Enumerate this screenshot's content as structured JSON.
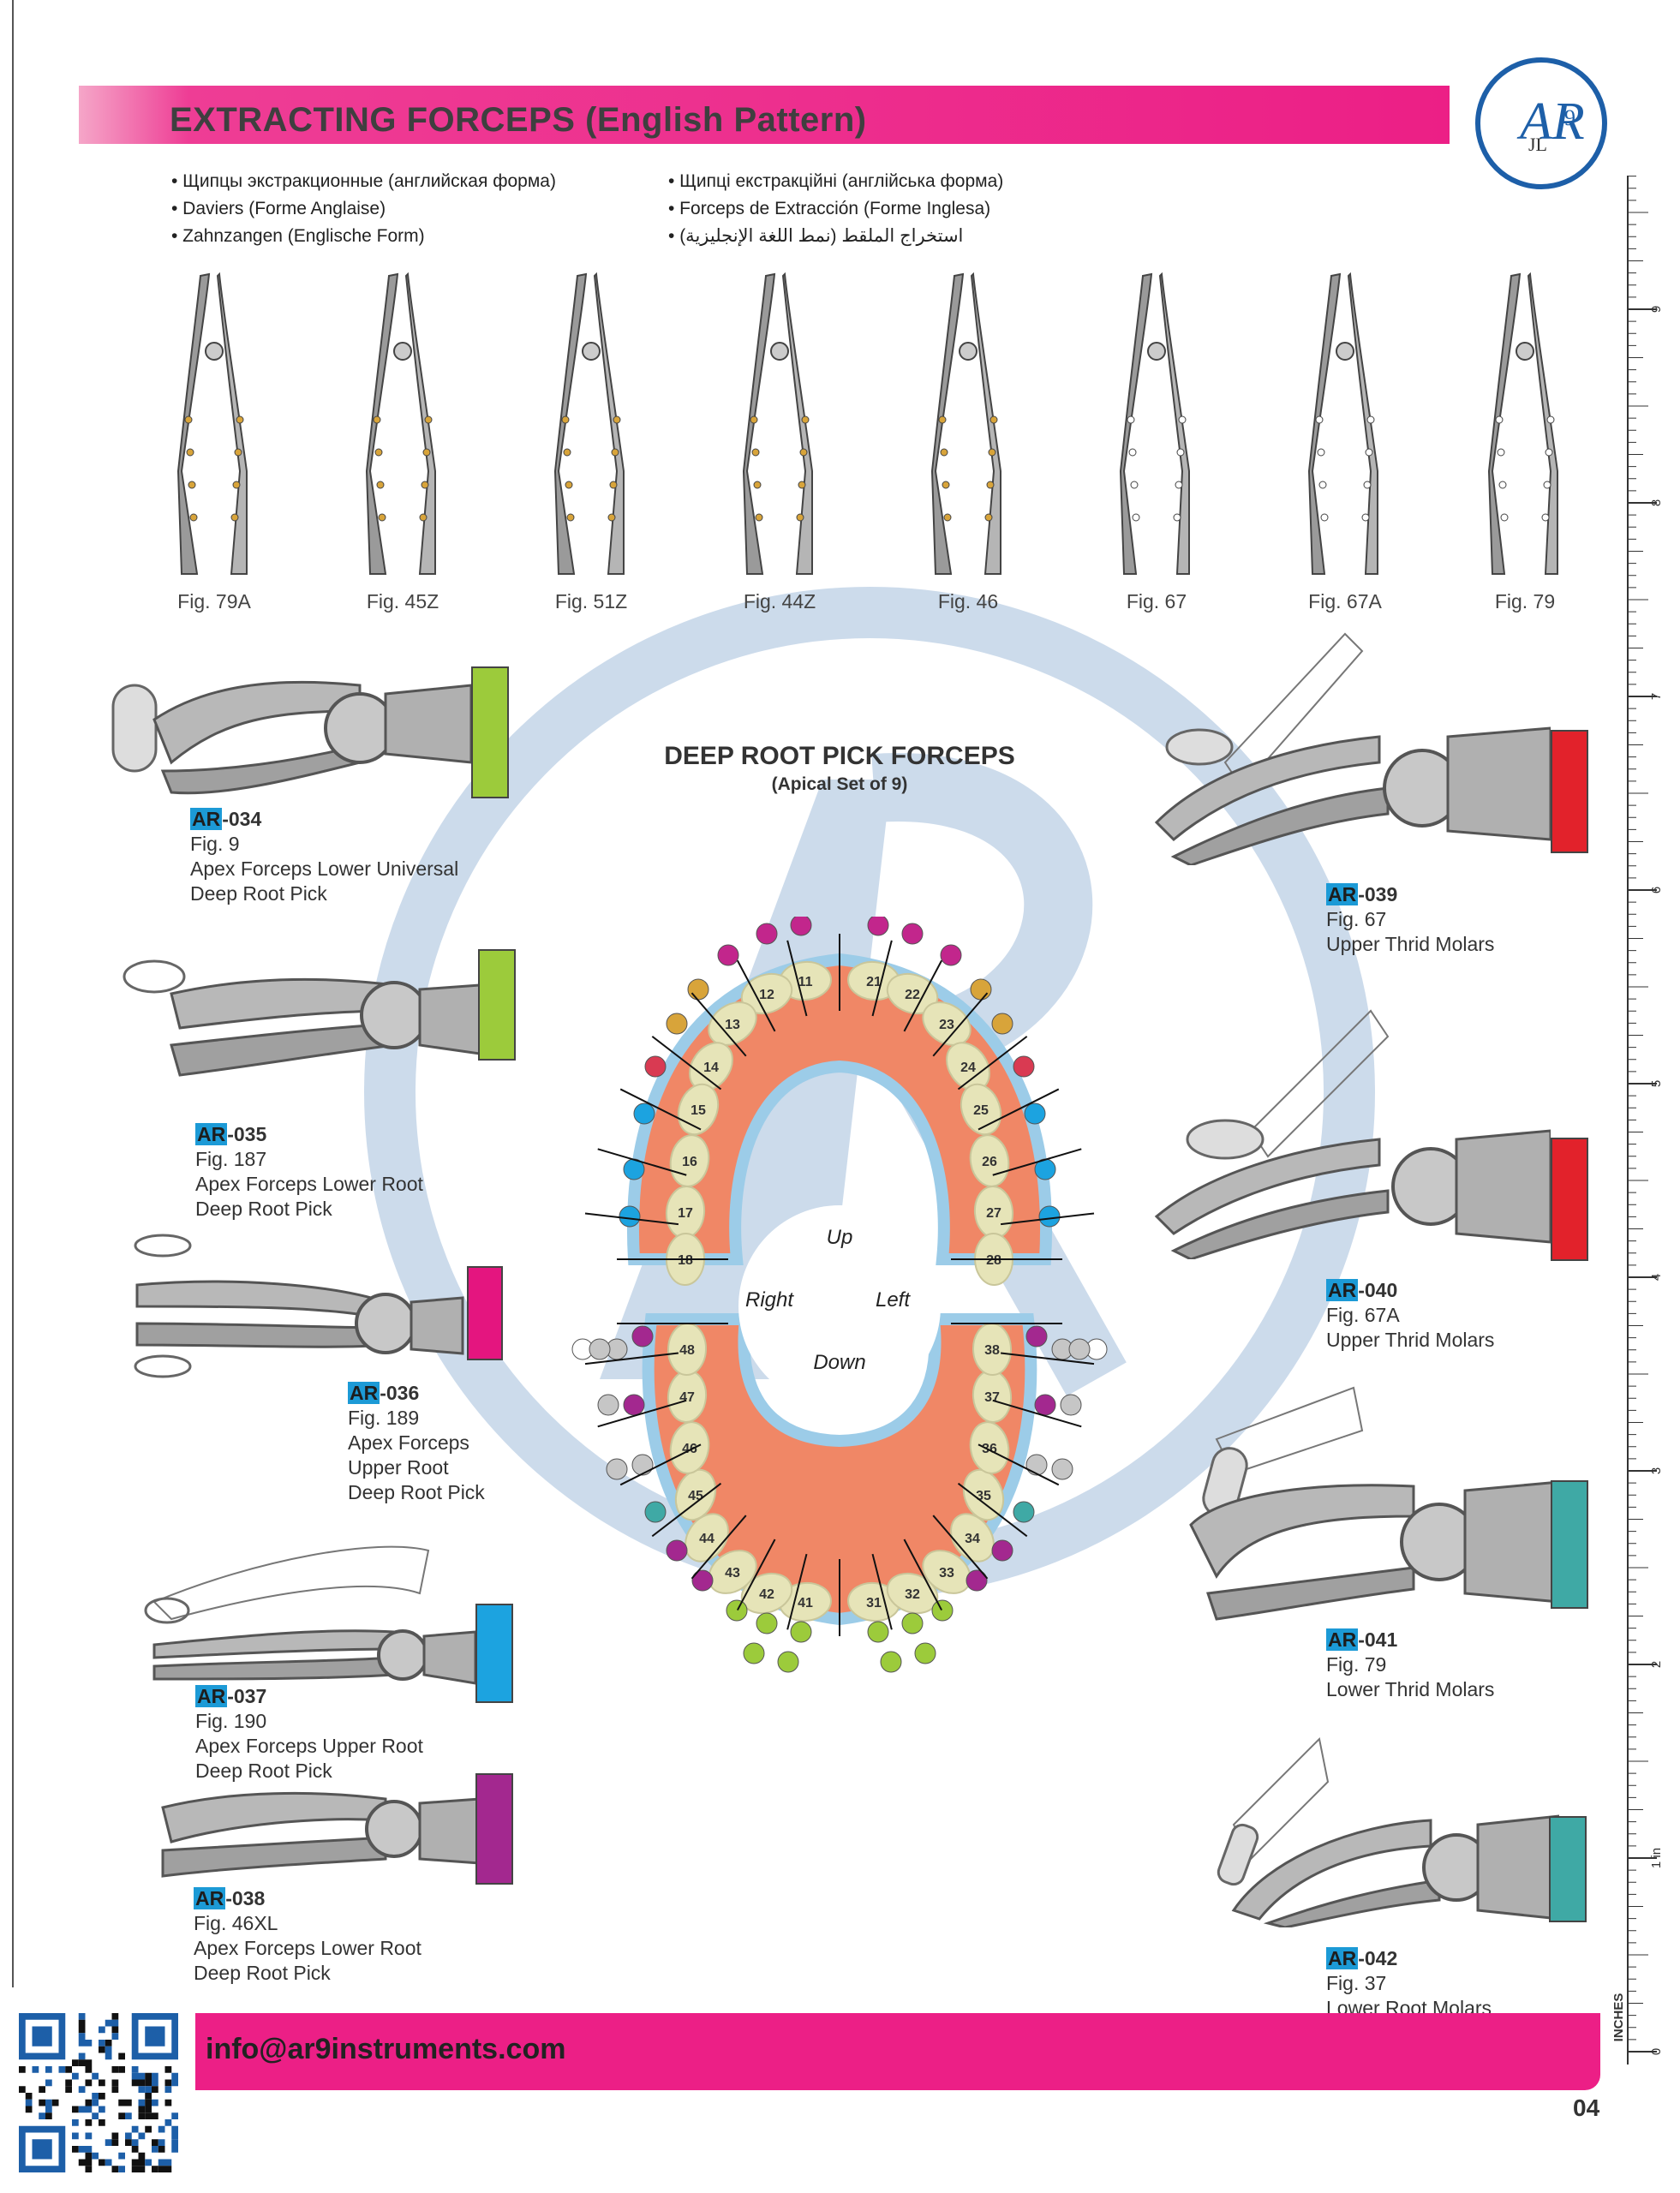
{
  "header": {
    "title": "EXTRACTING FORCEPS (English Pattern)",
    "subtitles_left": [
      "• Щипцы экстракционные (английская форма)",
      "• Daviers (Forme Anglaise)",
      "• Zahnzangen (Englische Form)"
    ],
    "subtitles_right": [
      "• Щипці екстракційні (англійська форма)",
      "• Forceps de Extracción (Forme Inglesa)",
      "• استخراج الملقط (نمط اللغة الإنجليزية)"
    ]
  },
  "logo": {
    "letters": "AR",
    "number": "9",
    "sub": "JL"
  },
  "top_figures": [
    "Fig. 79A",
    "Fig. 45Z",
    "Fig. 51Z",
    "Fig. 44Z",
    "Fig. 46",
    "Fig. 67",
    "Fig. 67A",
    "Fig. 79"
  ],
  "left_products": [
    {
      "tag": "AR",
      "code": "-034",
      "fig": "Fig. 9",
      "desc1": "Apex Forceps Lower Universal",
      "desc2": "Deep Root Pick",
      "color": "#9ccb3b"
    },
    {
      "tag": "AR",
      "code": "-035",
      "fig": "Fig. 187",
      "desc1": "Apex Forceps Lower Root",
      "desc2": "Deep Root Pick",
      "color": "#9ccb3b"
    },
    {
      "tag": "AR",
      "code": "-036",
      "fig": "Fig. 189",
      "desc1": "Apex Forceps",
      "desc2": "Upper Root",
      "desc3": "Deep Root Pick",
      "color": "#e4157f"
    },
    {
      "tag": "AR",
      "code": "-037",
      "fig": "Fig. 190",
      "desc1": "Apex Forceps Upper Root",
      "desc2": "Deep Root Pick",
      "color": "#1ca3e0"
    },
    {
      "tag": "AR",
      "code": "-038",
      "fig": "Fig. 46XL",
      "desc1": "Apex Forceps Lower Root",
      "desc2": "Deep Root Pick",
      "color": "#a3288f"
    }
  ],
  "right_products": [
    {
      "tag": "AR",
      "code": "-039",
      "fig": "Fig. 67",
      "desc1": "Upper Thrid Molars",
      "color": "#e2222b"
    },
    {
      "tag": "AR",
      "code": "-040",
      "fig": "Fig. 67A",
      "desc1": "Upper Thrid Molars",
      "color": "#e2222b"
    },
    {
      "tag": "AR",
      "code": "-041",
      "fig": "Fig. 79",
      "desc1": "Lower Thrid Molars",
      "color": "#3fa9a5"
    },
    {
      "tag": "AR",
      "code": "-042",
      "fig": "Fig. 37",
      "desc1": "Lower Root Molars",
      "color": "#3fa9a5"
    }
  ],
  "chart": {
    "title": "DEEP ROOT PICK FORCEPS",
    "subtitle": "(Apical Set of 9)",
    "labels": {
      "up": "Up",
      "down": "Down",
      "right": "Right",
      "left": "Left"
    },
    "upper_right_teeth": [
      "11",
      "12",
      "13",
      "14",
      "15",
      "16",
      "17",
      "18"
    ],
    "upper_left_teeth": [
      "21",
      "22",
      "23",
      "24",
      "25",
      "26",
      "27",
      "28"
    ],
    "lower_left_teeth": [
      "31",
      "32",
      "33",
      "34",
      "35",
      "36",
      "37",
      "38"
    ],
    "lower_right_teeth": [
      "41",
      "42",
      "43",
      "44",
      "45",
      "46",
      "47",
      "48"
    ]
  },
  "ruler": {
    "unit": "INCHES",
    "labels": [
      "0",
      "1 in",
      "2",
      "3",
      "4",
      "5",
      "6",
      "7",
      "8",
      "9"
    ]
  },
  "footer": {
    "email": "info@ar9instruments.com",
    "page": "04"
  }
}
